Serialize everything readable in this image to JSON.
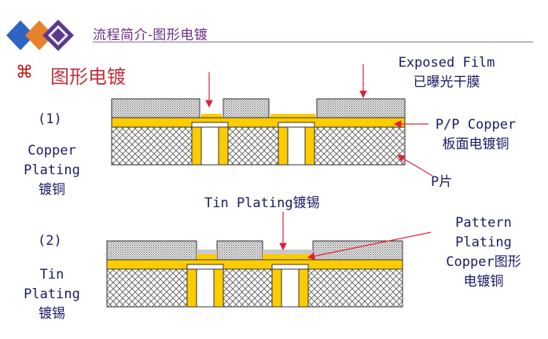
{
  "header": {
    "title": "流程简介-图形电镀",
    "logo_icon": "diamond-logo-icon",
    "logo_colors": [
      "#2f63c4",
      "#e8822a",
      "#5a3a8c"
    ]
  },
  "section": {
    "bullet_icon": "command-key-icon",
    "bullet_glyph": "⌘",
    "heading": "图形电镀"
  },
  "step1": {
    "number": "(1)",
    "label_line1": "Copper",
    "label_line2": "Plating",
    "label_line3": "镀铜",
    "callout_film_en": "Exposed Film",
    "callout_film_zh": "已曝光干膜",
    "callout_copper_en": "P/P Copper",
    "callout_copper_zh": "板面电镀铜",
    "callout_prepreg": "P片"
  },
  "step2": {
    "number": "(2)",
    "label_line1": "Tin",
    "label_line2": "Plating",
    "label_line3": "镀锡",
    "caption": "Tin Plating镀锡",
    "callout_pattern_line1": "Pattern",
    "callout_pattern_line2": "Plating",
    "callout_pattern_line3": "Copper图形",
    "callout_pattern_line4": "电镀铜"
  },
  "colors": {
    "copper": "#ffcc00",
    "arrow": "#e0203a",
    "text": "#1a1a66",
    "tin": "#c8c8c8",
    "laminate_fill": "#ffffff"
  }
}
